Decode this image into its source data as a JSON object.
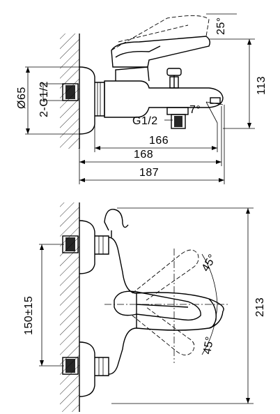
{
  "top_view": {
    "dims": {
      "angle_top": "25°",
      "diameter": "Ø65",
      "inlet_thread": "2-G1/2",
      "height": "113",
      "outlet_thread": "G1/2",
      "angle_spout": "7°",
      "len_166": "166",
      "len_168": "168",
      "len_187": "187"
    }
  },
  "bottom_view": {
    "dims": {
      "center_distance": "150±15",
      "height": "213",
      "angle_upper": "45°",
      "angle_lower": "45°"
    }
  }
}
